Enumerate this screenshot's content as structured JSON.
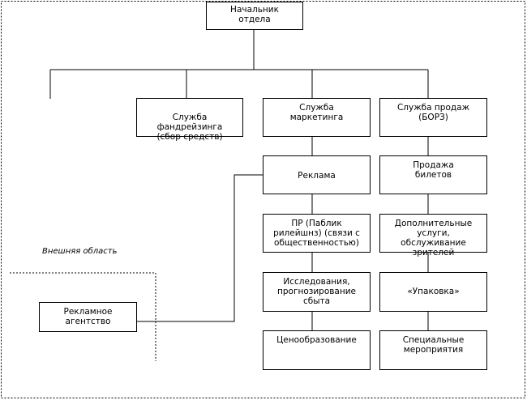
{
  "head": {
    "lines": [
      "Начальник",
      "отдела"
    ]
  },
  "fundraising": {
    "lines": [
      "Служба",
      "фандрейзинга",
      "(сбор средств)"
    ]
  },
  "marketing": {
    "lines": [
      "Служба",
      "маркетинга"
    ]
  },
  "sales": {
    "lines": [
      "Служба продаж",
      "(БОРЗ)"
    ]
  },
  "advertising": {
    "lines": [
      "Реклама"
    ]
  },
  "pr": {
    "lines": [
      "ПР (Паблик",
      "рилейшнз) (связи с",
      "общественностью)"
    ]
  },
  "research": {
    "lines": [
      "Исследования,",
      "прогнозирование",
      "сбыта"
    ]
  },
  "pricing": {
    "lines": [
      "Ценообразование"
    ]
  },
  "tickets": {
    "lines": [
      "Продажа",
      "билетов"
    ]
  },
  "extra": {
    "lines": [
      "Дополнительные",
      "услуги,",
      "обслуживание",
      "зрителей"
    ]
  },
  "packaging": {
    "lines": [
      "«Упаковка»"
    ]
  },
  "events": {
    "lines": [
      "Специальные",
      "мероприятия"
    ]
  },
  "agency": {
    "lines": [
      "Рекламное",
      "агентство"
    ]
  },
  "external_area_label": "Внешняя область"
}
